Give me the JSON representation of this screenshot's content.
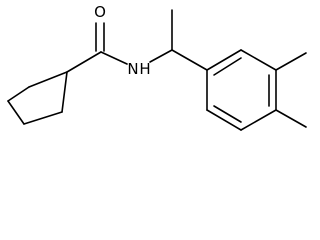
{
  "molecule": {
    "atoms": {
      "oxygen": "O",
      "amide_nitrogen": "N",
      "amide_hydrogen": "H"
    }
  }
}
